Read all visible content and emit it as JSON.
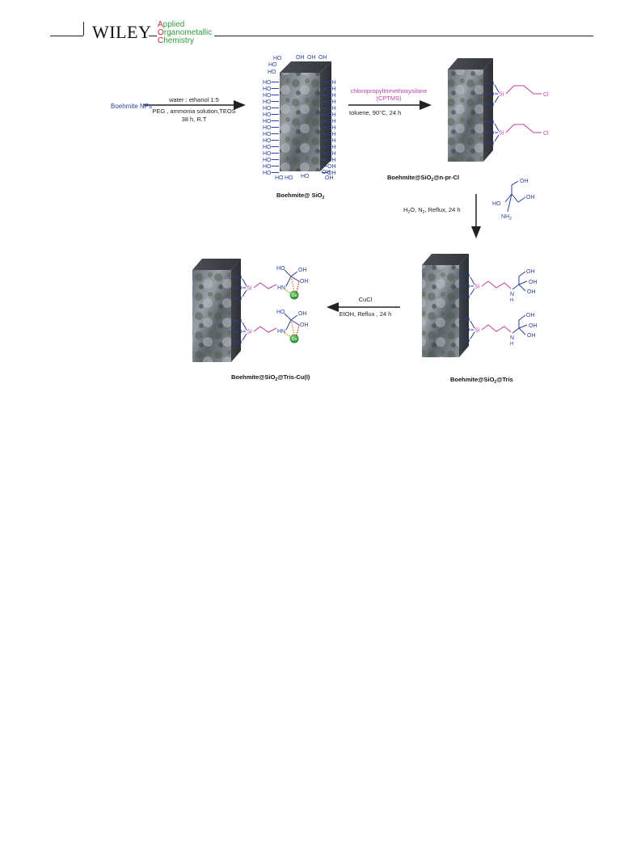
{
  "header": {
    "publisher": "WILEY",
    "journal_lines": [
      {
        "initial": "A",
        "rest": "pplied"
      },
      {
        "initial": "O",
        "rest": "rganometallic"
      },
      {
        "initial": "C",
        "rest": "hemistry"
      }
    ]
  },
  "scheme": {
    "start_label": "Boehmite NPs",
    "step1": {
      "line1": "water : ethanol 1:5",
      "line2": "PEG , ammonia solution,TEOS",
      "line3": "38 h, R.T"
    },
    "product1": {
      "name": "Boehmite@ SiO",
      "sub": "2"
    },
    "step2": {
      "reagent1": "chloropropyltrimethoxysilane",
      "reagent2": "(CPTMS)",
      "conditions": "toluene, 90°C, 24 h"
    },
    "product2": {
      "name_a": "Boehmite@SiO",
      "sub": "2",
      "name_b": "@n-pr-Cl"
    },
    "step3": {
      "conditions_a": "H",
      "sub_a": "2",
      "conditions_b": "O, N",
      "sub_b": "2",
      "conditions_c": ", Reflux, 24 h"
    },
    "product3": {
      "name_a": "Boehmite@SiO",
      "sub": "2",
      "name_b": "@Tris"
    },
    "step4": {
      "reagent": "CuCl",
      "conditions": "EtOH, Reflux , 24 h"
    },
    "product4": {
      "name_a": "Boehmite@SiO",
      "sub": "2",
      "name_b": "@Tris-Cu(I)"
    },
    "atoms": {
      "oh": "OH",
      "ho": "HO",
      "o": "O",
      "si": "Si",
      "cl": "Cl",
      "hn": "HN",
      "n": "N",
      "h": "H",
      "nh2": "NH",
      "nh2_sub": "2",
      "cu": "Cu"
    }
  },
  "colors": {
    "magenta": "#c03ca8",
    "blue": "#2b3f9e",
    "green": "#2e9b3c",
    "red": "#d2232a",
    "orange": "#e07a10"
  }
}
